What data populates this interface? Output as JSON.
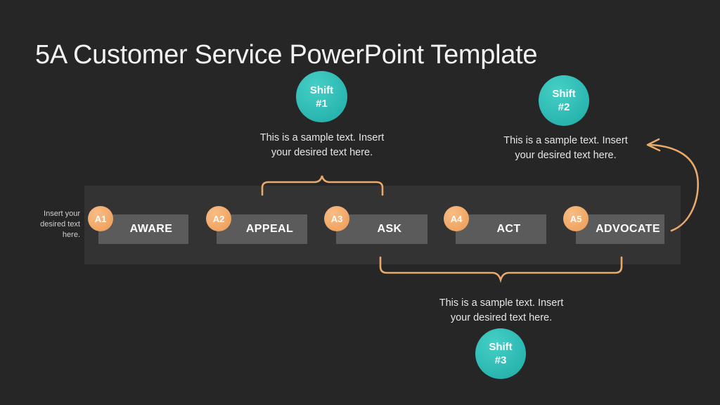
{
  "slide": {
    "title": "5A Customer Service PowerPoint Template",
    "background_color": "#262626",
    "panel_color": "#333333",
    "accent_orange": "#f2ab6b",
    "accent_teal": "#2fc0b8",
    "box_color": "#5b5b5b"
  },
  "left_caption": {
    "text": "Insert your desired text here."
  },
  "stages": [
    {
      "number": "A1",
      "label": "AWARE"
    },
    {
      "number": "A2",
      "label": "APPEAL"
    },
    {
      "number": "A3",
      "label": "ASK"
    },
    {
      "number": "A4",
      "label": "ACT"
    },
    {
      "number": "A5",
      "label": "ADVOCATE"
    }
  ],
  "shifts": [
    {
      "id": "shift-1",
      "line1": "Shift",
      "line2": "#1",
      "caption_line1": "This is a sample text. Insert",
      "caption_line2": "your desired text here."
    },
    {
      "id": "shift-2",
      "line1": "Shift",
      "line2": "#2",
      "caption_line1": "This is a sample text. Insert",
      "caption_line2": "your desired text here."
    },
    {
      "id": "shift-3",
      "line1": "Shift",
      "line2": "#3",
      "caption_line1": "This is a sample text. Insert",
      "caption_line2": "your desired text here."
    }
  ]
}
